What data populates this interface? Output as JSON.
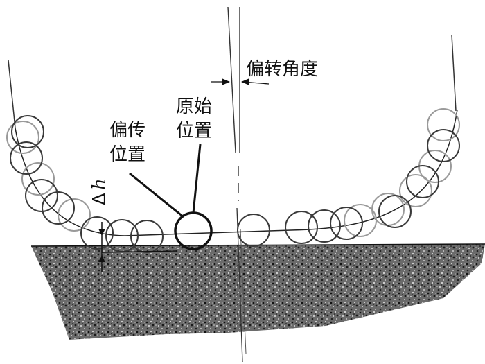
{
  "labels": {
    "deflection_angle": "偏转角度",
    "original_position_line1": "原始",
    "original_position_line2": "位置",
    "deflected_position_line1": "偏传",
    "deflected_position_line2": "位置",
    "delta": "Δ",
    "h": "h"
  }
}
